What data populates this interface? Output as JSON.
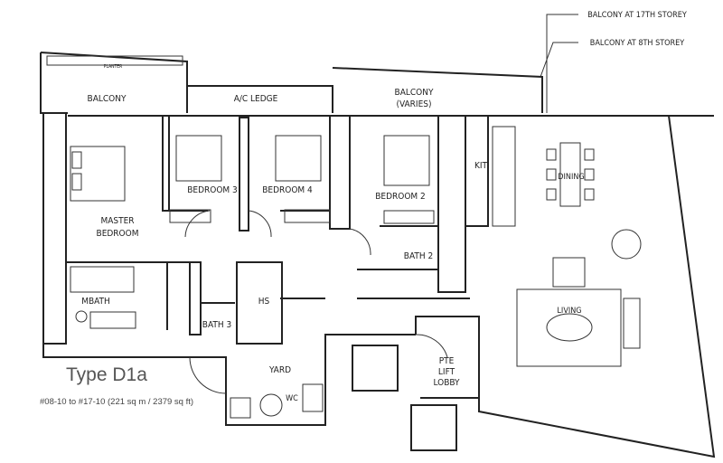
{
  "plan": {
    "type_title": "Type D1a",
    "units_area": "#08-10 to #17-10 (221 sq m / 2379 sq ft)",
    "callouts": [
      "BALCONY AT 17TH STOREY",
      "BALCONY AT 8TH STOREY"
    ],
    "rooms": {
      "planter": "PLANTER",
      "balcony": "BALCONY",
      "ac_ledge": "A/C LEDGE",
      "balcony_varies_1": "BALCONY",
      "balcony_varies_2": "(VARIES)",
      "kit": "KIT",
      "dining": "DINING",
      "bedroom3": "BEDROOM 3",
      "bedroom4": "BEDROOM 4",
      "bedroom2": "BEDROOM 2",
      "master1": "MASTER",
      "master2": "BEDROOM",
      "bath2": "BATH 2",
      "mbath": "MBATH",
      "bath3": "BATH 3",
      "hs": "HS",
      "living": "LIVING",
      "yard": "YARD",
      "wc": "WC",
      "lobby1": "PTE",
      "lobby2": "LIFT",
      "lobby3": "LOBBY"
    }
  }
}
